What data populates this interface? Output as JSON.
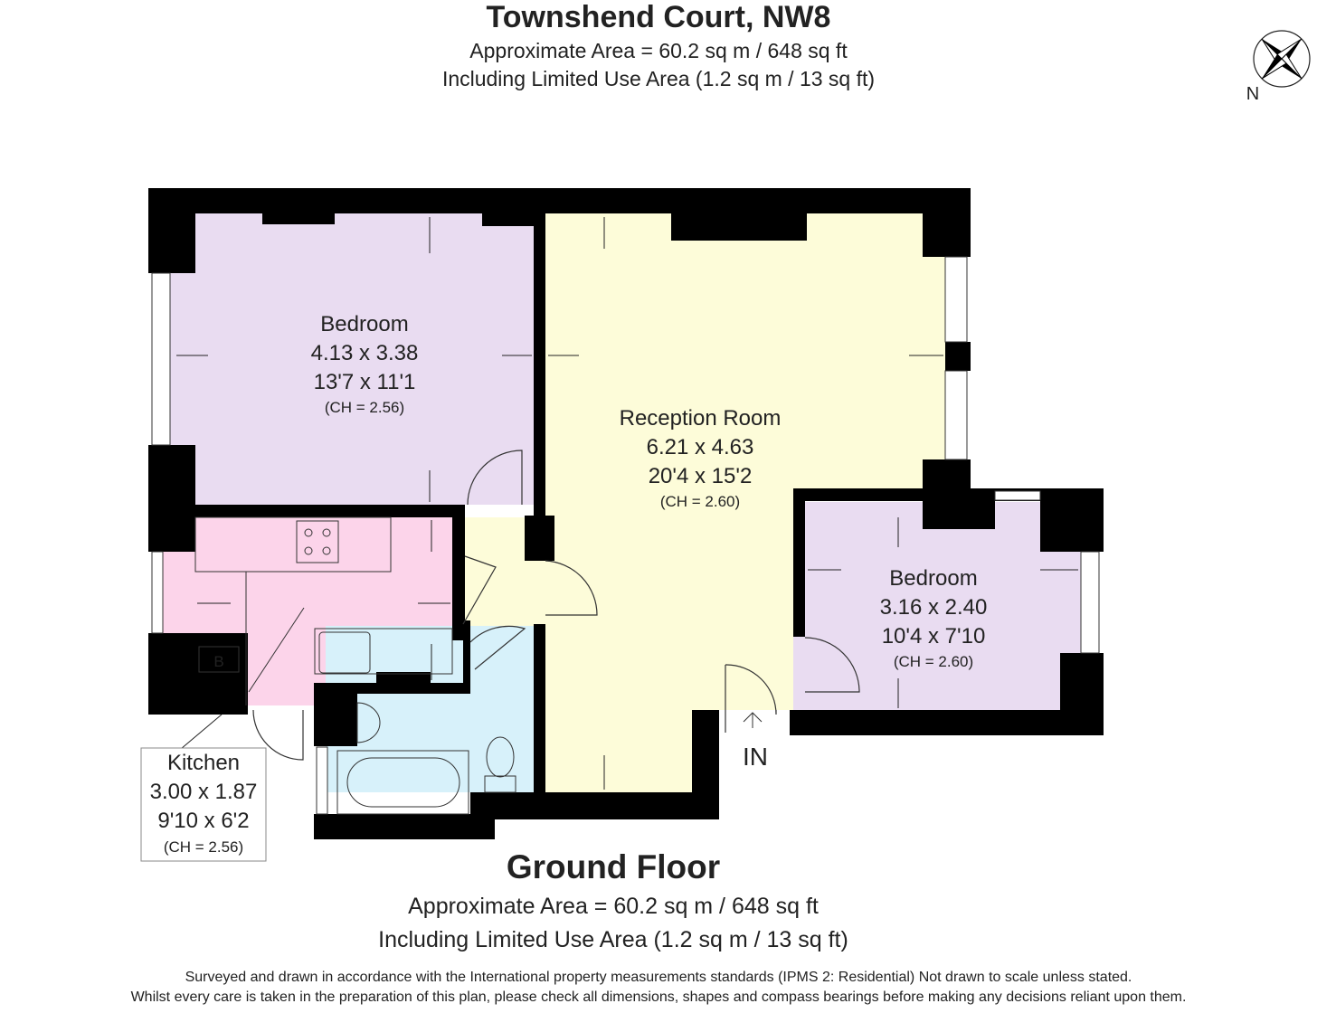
{
  "header": {
    "title": "Townshend Court, NW8",
    "area": "Approximate Area = 60.2 sq m / 648 sq ft",
    "limited_area": "Including Limited Use Area (1.2 sq m / 13 sq ft)"
  },
  "compass": {
    "label": "N"
  },
  "rooms": {
    "bedroom1": {
      "name": "Bedroom",
      "metric": "4.13 x 3.38",
      "imperial": "13'7 x 11'1",
      "ceiling": "(CH = 2.56)",
      "color": "#e9dcf1"
    },
    "reception": {
      "name": "Reception Room",
      "metric": "6.21 x 4.63",
      "imperial": "20'4 x 15'2",
      "ceiling": "(CH = 2.60)",
      "color": "#fdfcd9"
    },
    "bedroom2": {
      "name": "Bedroom",
      "metric": "3.16 x 2.40",
      "imperial": "10'4 x 7'10",
      "ceiling": "(CH = 2.60)",
      "color": "#e9dcf1"
    },
    "kitchen": {
      "name": "Kitchen",
      "metric": "3.00 x 1.87",
      "imperial": "9'10 x 6'2",
      "ceiling": "(CH = 2.56)",
      "color": "#fcd4ea"
    },
    "bathroom": {
      "color": "#d7f1fa"
    }
  },
  "boiler_label": "B",
  "entrance_label": "IN",
  "floor": {
    "name": "Ground Floor",
    "area": "Approximate Area = 60.2 sq m / 648 sq ft",
    "limited_area": "Including Limited Use Area (1.2 sq m / 13 sq ft)"
  },
  "disclaimer": {
    "line1": "Surveyed and drawn in accordance with the International property measurements standards (IPMS 2: Residential) Not drawn to scale unless stated.",
    "line2": "Whilst every care is taken in the preparation of this plan, please check all dimensions, shapes and compass bearings before making any decisions reliant upon them."
  }
}
